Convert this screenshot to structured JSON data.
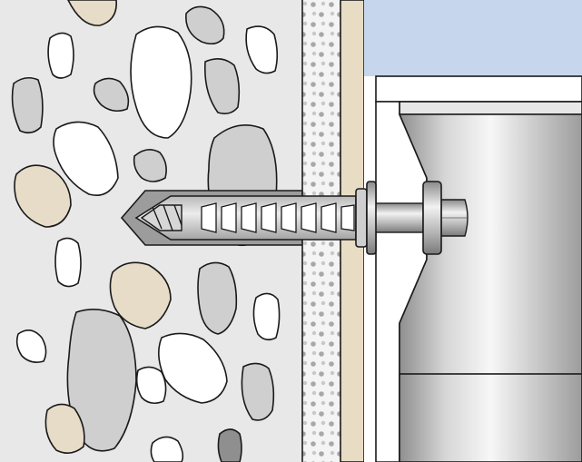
{
  "diagram": {
    "kind": "anchor-installation-cross-section",
    "components": [
      "concrete-base",
      "aggregate-stones",
      "plaster-layer",
      "insulation-board",
      "frame-profile",
      "plastic-plug",
      "screw",
      "washer"
    ],
    "colors": {
      "concrete": "#e8e8e8",
      "stone_white": "#ffffff",
      "stone_grey": "#cfcfcf",
      "stone_dark": "#8f8f8f",
      "stone_beige": "#e6dcc8",
      "plaster": "#f4f4f4",
      "plaster_dots": "#a8a8a8",
      "board": "#e8dcc4",
      "sky": "#c6d6ec",
      "frame_light": "#f0f0f0",
      "frame_mid": "#bdbdbd",
      "frame_dark": "#8c8c8c",
      "plug": "#d8d8d8",
      "screw": "#b0b0b0",
      "outline": "#1a1a1a"
    }
  }
}
